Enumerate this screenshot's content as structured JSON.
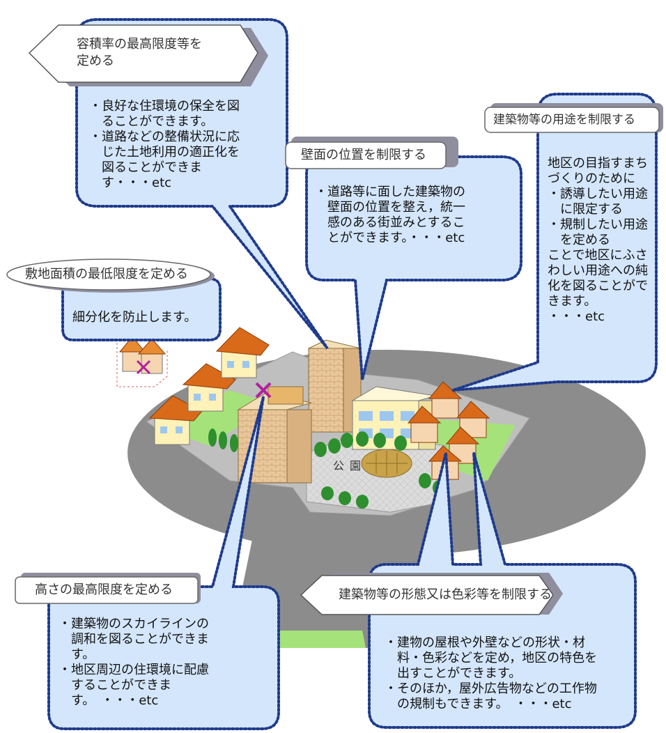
{
  "callouts": {
    "far": {
      "title": [
        "容積率の最高限度等を",
        "定める"
      ],
      "body": [
        "・良好な住環境の保全を図",
        "　ることができます。",
        "・道路などの整備状況に応",
        "　じた土地利用の適正化を",
        "　図ることができま",
        "　す・・・etc"
      ]
    },
    "wall": {
      "title": "壁面の位置を制限する",
      "body": [
        "・道路等に面した建築物の",
        "　壁面の位置を整え，統一",
        "　感のある街並みとするこ",
        "　とができます。・・・etc"
      ]
    },
    "use": {
      "title": "建築物等の用途を制限する",
      "body": [
        "地区の目指すまち",
        "づくりのために",
        "・誘導したい用途",
        "　に限定する",
        "・規制したい用途",
        "　を定める",
        "ことで地区にふさ",
        "わしい用途への純",
        "化を図ることがで",
        "きます。",
        "・・・etc"
      ]
    },
    "lot": {
      "title": "敷地面積の最低限度を定める",
      "body": "細分化を防止します。"
    },
    "height": {
      "title": "高さの最高限度を定める",
      "body": [
        "・建築物のスカイラインの",
        "　調和を図ることができま",
        "　す。",
        "・地区周辺の住環境に配慮",
        "　することができま",
        "　す。　・・・etc"
      ]
    },
    "design": {
      "title": "建築物等の形態又は色彩等を制限する",
      "body": [
        "・建物の屋根や外壁などの形状・材",
        "　料・色彩などを定め，地区の特色を",
        "　出すことができます。",
        "・そのほか，屋外広告物などの工作物",
        "　の規制もできます。　・・・etc"
      ]
    }
  },
  "park_label": "公園",
  "colors": {
    "bubble_fill": "#d4e6fb",
    "bubble_border": "#1f3b8c",
    "tag_fill": "#ffffff",
    "tag_shadow": "#8e8e9e",
    "road": "#8c8c8c",
    "lawn": "#a6e27a",
    "roof": "#d96a1a",
    "wall_light": "#fff2b8",
    "brick": "#e9c79a",
    "tree": "#2e8f2e",
    "cross": "#b31f9e"
  }
}
